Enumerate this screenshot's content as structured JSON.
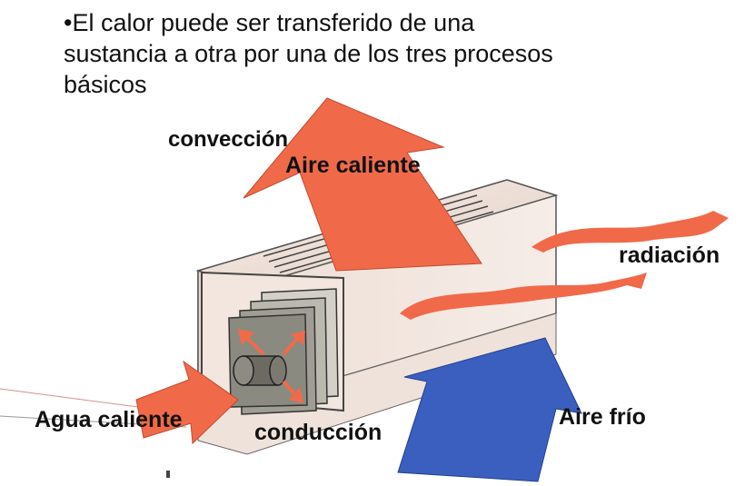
{
  "bullet": {
    "line1": "•El calor puede ser transferido de una",
    "line2": "sustancia a otra por una de los tres procesos",
    "line3": "básicos"
  },
  "labels": {
    "conveccion": "convección",
    "aire_caliente": "Aire caliente",
    "radiacion": "radiación",
    "agua_caliente": "Agua caliente",
    "conduccion": "conducción",
    "aire_frio": "Aire frío"
  },
  "colors": {
    "hot_arrow": "#f06a4a",
    "cold_arrow": "#3b5fbf",
    "box_face": "#f1e4dc",
    "fin": "#8a8a80"
  }
}
